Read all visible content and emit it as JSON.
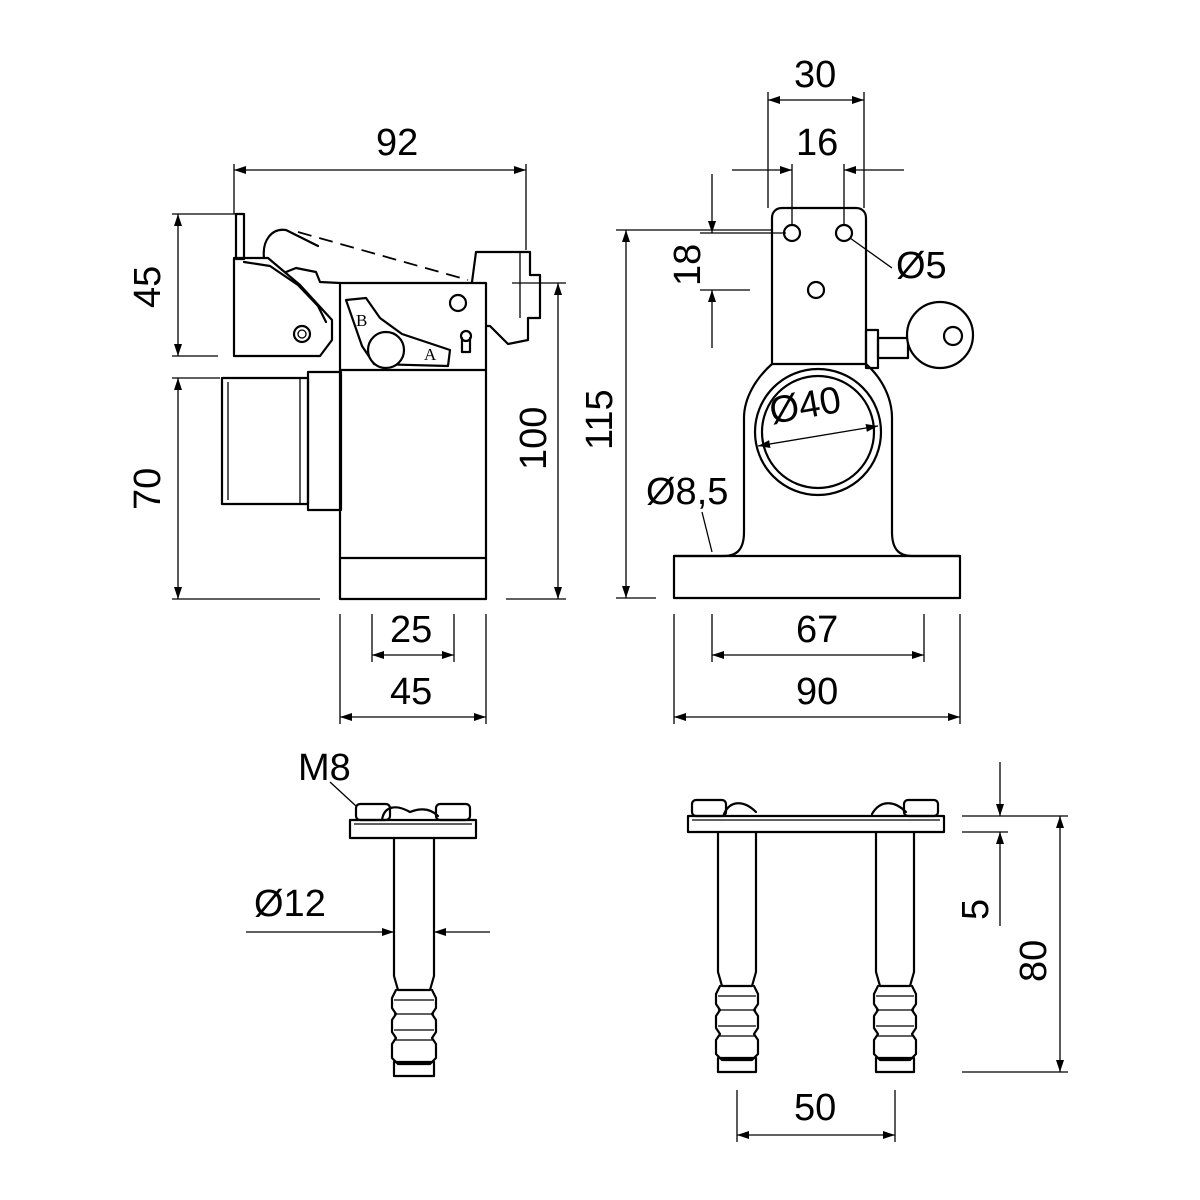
{
  "side_view": {
    "selector_a": "A",
    "selector_b": "B"
  },
  "dimensions": {
    "overall_width": "92",
    "lever_height": "45",
    "body_height": "70",
    "side_height": "100",
    "hole_spacing_side": "25",
    "body_width": "45",
    "top_width": "30",
    "hole_spacing_top": "16",
    "hole_vertical_spacing": "18",
    "hole_dia": "Ø5",
    "front_height": "115",
    "bore_dia": "Ø40",
    "mount_hole_dia": "Ø8,5",
    "mount_hole_spacing": "67",
    "base_width": "90",
    "thread": "M8",
    "pin_dia": "Ø12",
    "plate_thickness": "5",
    "pin_length": "80",
    "pin_spacing": "50"
  }
}
